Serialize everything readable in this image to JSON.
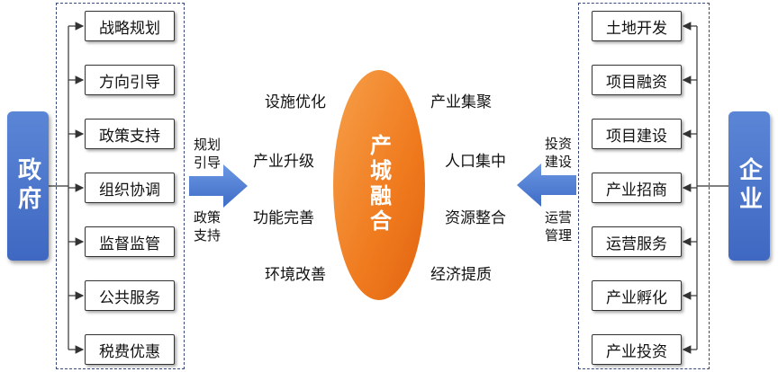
{
  "government": {
    "label": "政府",
    "items": [
      "战略规划",
      "方向引导",
      "政策支持",
      "组织协调",
      "监督监管",
      "公共服务",
      "税费优惠"
    ]
  },
  "enterprise": {
    "label": "企业",
    "items": [
      "土地开发",
      "项目融资",
      "项目建设",
      "产业招商",
      "运营服务",
      "产业孵化",
      "产业投资"
    ]
  },
  "center": {
    "label": "产城融合"
  },
  "left_arrow": {
    "top_label": "规划\n引导",
    "top_line1": "规划",
    "top_line2": "引导",
    "bottom_line1": "政策",
    "bottom_line2": "支持"
  },
  "right_arrow": {
    "top_line1": "投资",
    "top_line2": "建设",
    "bottom_line1": "运营",
    "bottom_line2": "管理"
  },
  "left_outcomes": [
    "设施优化",
    "产业升级",
    "功能完善",
    "环境改善"
  ],
  "right_outcomes": [
    "产业集聚",
    "人口集中",
    "资源整合",
    "经济提质"
  ],
  "colors": {
    "blue": "#4a74cc",
    "orange": "#f07a1e",
    "arrow": "#4f7fd4"
  }
}
